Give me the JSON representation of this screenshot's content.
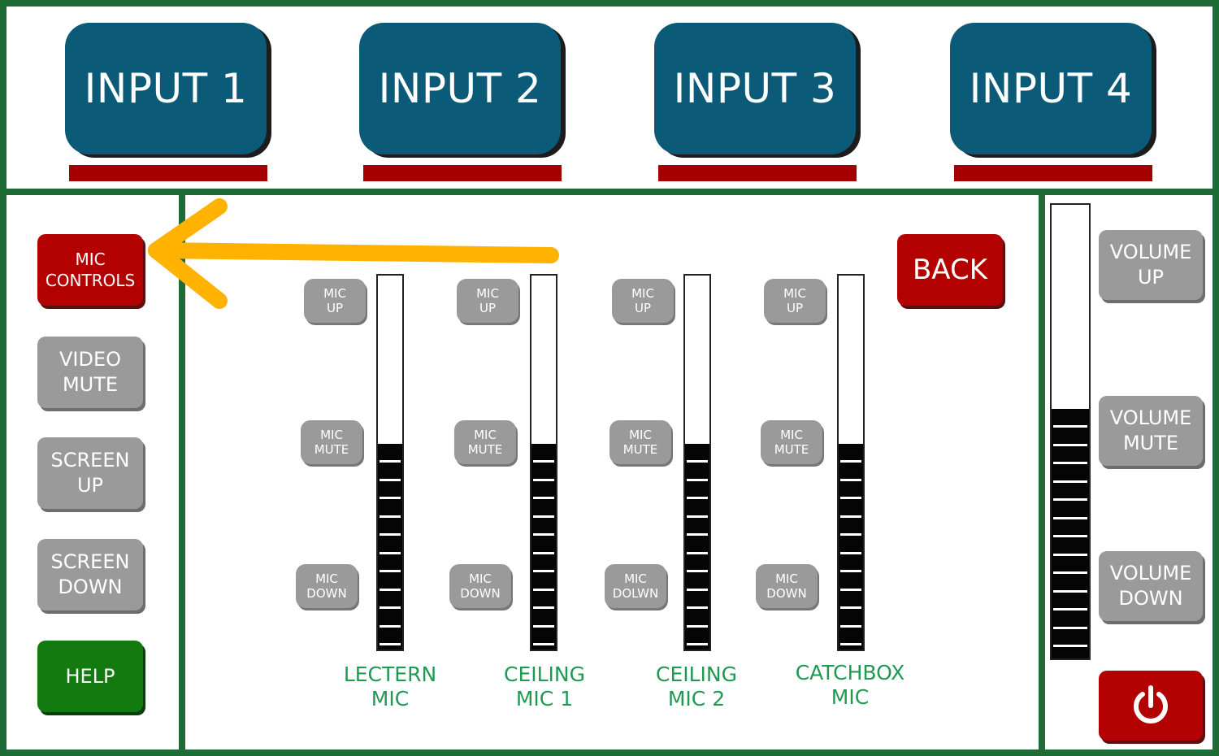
{
  "inputs": [
    {
      "label": "INPUT 1"
    },
    {
      "label": "INPUT 2"
    },
    {
      "label": "INPUT 3"
    },
    {
      "label": "INPUT 4"
    }
  ],
  "left_menu": {
    "mic_controls": "MIC\nCONTROLS",
    "video_mute": "VIDEO\nMUTE",
    "screen_up": "SCREEN\nUP",
    "screen_down": "SCREEN\nDOWN",
    "help": "HELP"
  },
  "back_label": "BACK",
  "channels": [
    {
      "up": "MIC\nUP",
      "mute": "MIC\nMUTE",
      "down": "MIC\nDOWN",
      "label": "LECTERN\nMIC",
      "level": 0.55
    },
    {
      "up": "MIC\nUP",
      "mute": "MIC\nMUTE",
      "down": "MIC\nDOWN",
      "label": "CEILING\nMIC 1",
      "level": 0.55
    },
    {
      "up": "MIC\nUP",
      "mute": "MIC\nMUTE",
      "down": "MIC\nDOLWN",
      "label": "CEILING\nMIC 2",
      "level": 0.55
    },
    {
      "up": "MIC\nUP",
      "mute": "MIC\nMUTE",
      "down": "MIC\nDOWN",
      "label": "CATCHBOX\nMIC",
      "level": 0.55
    }
  ],
  "volume": {
    "up": "VOLUME\nUP",
    "mute": "VOLUME\nMUTE",
    "down": "VOLUME\nDOWN",
    "level": 0.55
  },
  "colors": {
    "input_button": "#0a5a78",
    "active_red": "#b30000",
    "help_green": "#137a12",
    "frame_green": "#1f6b35",
    "arrow": "#ffb300",
    "label_green": "#1f9a52"
  },
  "icons": {
    "power": "power-icon",
    "arrow": "arrow-left-icon"
  }
}
